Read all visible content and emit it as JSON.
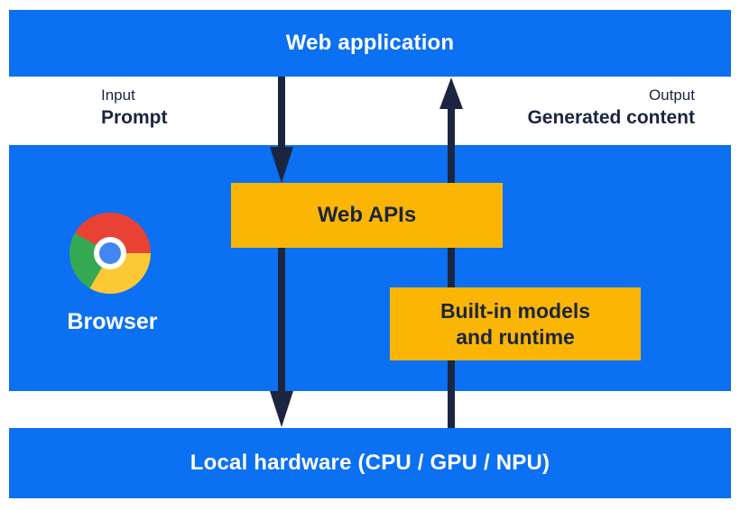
{
  "colors": {
    "blue": "#0b70f1",
    "yellow": "#fbb605",
    "navy": "#1b2540",
    "chrome-red": "#e94235",
    "chrome-yellow": "#fcc934",
    "chrome-green": "#34a853",
    "chrome-blue": "#4285f4"
  },
  "top_bar": {
    "label": "Web application"
  },
  "flow": {
    "input_title": "Input",
    "input_value": "Prompt",
    "output_title": "Output",
    "output_value": "Generated content"
  },
  "browser": {
    "label": "Browser",
    "web_apis_label": "Web APIs",
    "builtin_line1": "Built-in models",
    "builtin_line2": "and runtime"
  },
  "bottom_bar": {
    "label": "Local hardware (CPU / GPU / NPU)"
  },
  "icons": {
    "browser_logo": "chrome-logo"
  }
}
